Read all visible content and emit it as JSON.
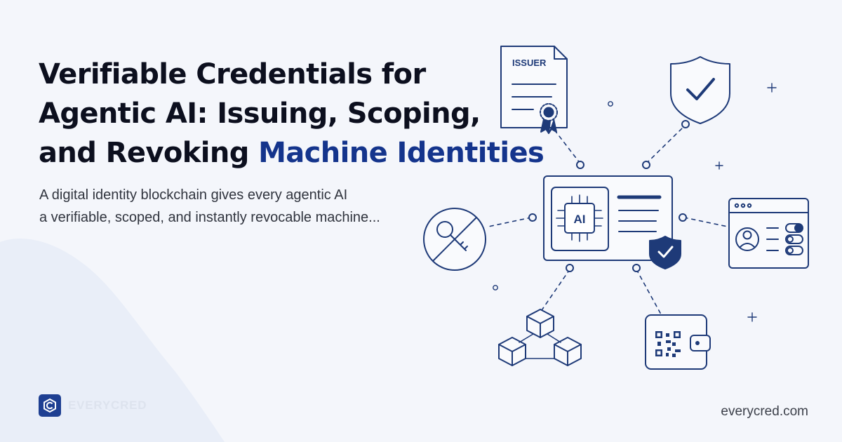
{
  "headline": {
    "line1": "Verifiable Credentials for",
    "line2": "Agentic AI: Issuing, Scoping,",
    "line3_lead": "and Revoking ",
    "line3_accent": "Machine Identities"
  },
  "subtitle": {
    "line1": "A digital identity blockchain gives every agentic AI",
    "line2": "a verifiable, scoped, and instantly revocable machine..."
  },
  "brand": {
    "name": "EVERYCRED"
  },
  "footer": {
    "site": "everycred.com"
  },
  "illustration": {
    "issuer_label": "ISSUER",
    "chip_label": "AI"
  },
  "colors": {
    "background": "#f4f6fb",
    "accent_navy": "#14348c",
    "line_navy": "#1e3a78",
    "text_dark": "#0c0f1e"
  }
}
